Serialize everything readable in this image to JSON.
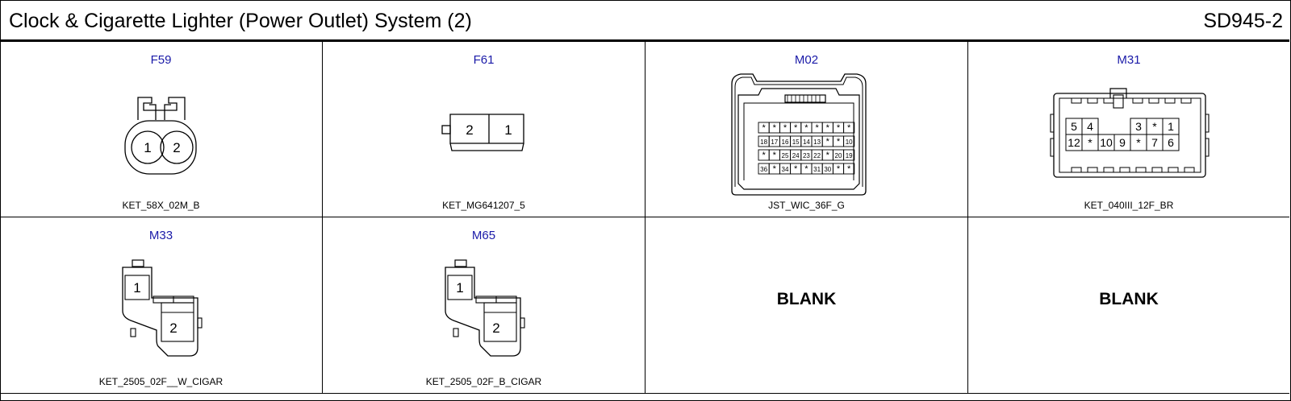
{
  "header": {
    "title": "Clock & Cigarette Lighter (Power Outlet) System (2)",
    "code": "SD945-2"
  },
  "connectors": [
    {
      "id": "F59",
      "name": "KET_58X_02M_B",
      "pins": [
        "1",
        "2"
      ]
    },
    {
      "id": "F61",
      "name": "KET_MG641207_5",
      "pins": [
        "2",
        "1"
      ]
    },
    {
      "id": "M02",
      "name": "JST_WIC_36F_G",
      "rows": [
        [
          "*",
          "*",
          "*",
          "*",
          "*",
          "*",
          "*",
          "*",
          "*"
        ],
        [
          "18",
          "17",
          "16",
          "15",
          "14",
          "13",
          "*",
          "*",
          "10"
        ],
        [
          "*",
          "*",
          "25",
          "24",
          "23",
          "22",
          "*",
          "20",
          "19"
        ],
        [
          "36",
          "*",
          "34",
          "*",
          "*",
          "31",
          "30",
          "*",
          "*"
        ]
      ]
    },
    {
      "id": "M31",
      "name": "KET_040III_12F_BR",
      "rows": [
        [
          "5",
          "4",
          "",
          "",
          "3",
          "*",
          "1"
        ],
        [
          "12",
          "*",
          "10",
          "9",
          "*",
          "7",
          "6"
        ]
      ]
    },
    {
      "id": "M33",
      "name": "KET_2505_02F__W_CIGAR",
      "pins": [
        "1",
        "2"
      ]
    },
    {
      "id": "M65",
      "name": "KET_2505_02F_B_CIGAR",
      "pins": [
        "1",
        "2"
      ]
    }
  ],
  "blanks": [
    "BLANK",
    "BLANK"
  ]
}
